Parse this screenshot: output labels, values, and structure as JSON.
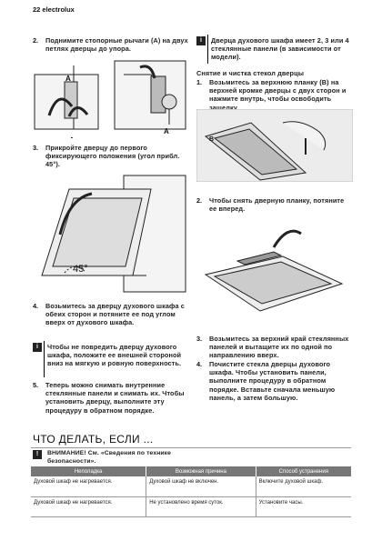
{
  "header": {
    "page_label": "22 electrolux"
  },
  "steps_left": [
    {
      "num": "2.",
      "text": "Поднимите стопорные рычаги (A) на двух петлях дверцы до упора."
    },
    {
      "num": "3.",
      "text": "Прикройте дверцу до первого фиксирующего положения (угол прибл. 45°)."
    },
    {
      "num": "4.",
      "text": "Возьмитесь за дверцу духового шкафа с обеих сторон и потяните ее под углом вверх от духового шкафа."
    },
    {
      "num": "5.",
      "text": "Теперь можно снимать внутренние стеклянные панели и снимать их. Чтобы установить дверцу, выполните эту процедуру в обратном порядке."
    }
  ],
  "note_left": "Чтобы не повредить дверцу духового шкафа, положите ее внешней стороной вниз на мягкую и ровную поверхность.",
  "fig_labels": {
    "a1": "A",
    "a2": "A",
    "angle": "45°",
    "b": "B"
  },
  "right_note": "Дверца духового шкафа имеет 2, 3 или 4 стеклянные панели (в зависимости от модели).",
  "right_heading": "Снятие и чистка стекол дверцы",
  "steps_right": [
    {
      "num": "1.",
      "text": "Возьмитесь за верхнюю планку (B) на верхней кромке дверцы с двух сторон и нажмите внутрь, чтобы освободить защелку."
    },
    {
      "num": "2.",
      "text": "Чтобы снять дверную планку, потяните ее вперед."
    },
    {
      "num": "3.",
      "text": "Возьмитесь за верхний край стеклянных панелей и вытащите их по одной по направлению вверх."
    },
    {
      "num": "4.",
      "text": "Почистите стекла дверцы духового шкафа. Чтобы установить панели, выполните процедуру в обратном порядке. Вставьте сначала меньшую панель, а затем большую."
    }
  ],
  "section_title": "ЧТО ДЕЛАТЬ, ЕСЛИ ...",
  "warning": {
    "label": "ВНИМАНИЕ! См. «Сведения по технике безопасности»."
  },
  "table": {
    "headers": [
      "Неполадка",
      "Возможная причина",
      "Способ устранения"
    ],
    "rows": [
      [
        "Духовой шкаф не нагревается.",
        "Духовой шкаф не включен.",
        "Включите духовой шкаф."
      ],
      [
        "Духовой шкаф не нагревается.",
        "Не установлено время суток.",
        "Установите часы."
      ]
    ]
  },
  "colors": {
    "table_header": "#777777",
    "text": "#222222"
  },
  "icons": [
    "info-icon",
    "warning-icon"
  ]
}
